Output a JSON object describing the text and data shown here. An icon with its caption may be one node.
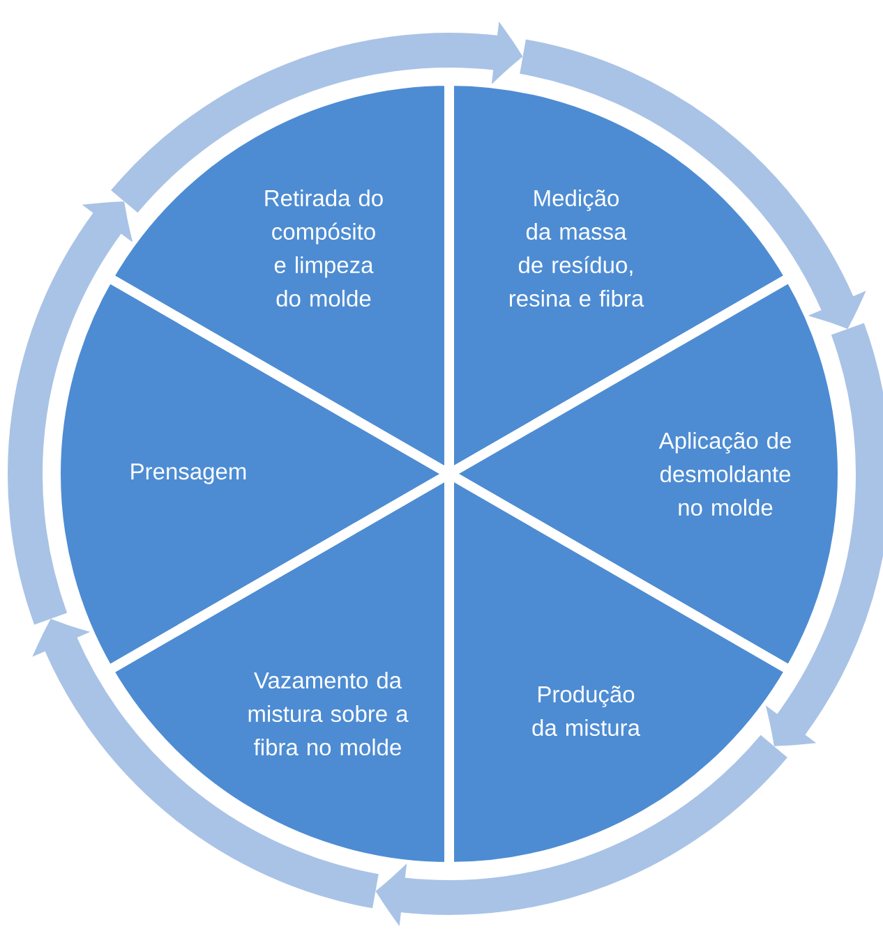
{
  "diagram": {
    "nodes": [
      {
        "text": [
          "Medição da massa de resíduo, resina e fibra"
        ]
      },
      {
        "text": [
          "Aplicação de desmoldante no molde"
        ]
      },
      {
        "text": [
          "Produção da mistura"
        ]
      },
      {
        "text": [
          "Vazamento da mistura sobre a fibra no molde"
        ]
      },
      {
        "text": [
          "Prensagem"
        ]
      },
      {
        "text": [
          "Retirada do compósito e limpeza do molde"
        ]
      }
    ],
    "edges": [
      {
        "from": 0,
        "to": 1,
        "arrow": "to"
      },
      {
        "from": 1,
        "to": 2,
        "arrow": "to"
      },
      {
        "from": 2,
        "to": 3,
        "arrow": "to"
      },
      {
        "from": 3,
        "to": 4,
        "arrow": "to"
      },
      {
        "from": 4,
        "to": 5,
        "arrow": "to"
      },
      {
        "from": 5,
        "to": 0,
        "arrow": "to"
      }
    ]
  }
}
